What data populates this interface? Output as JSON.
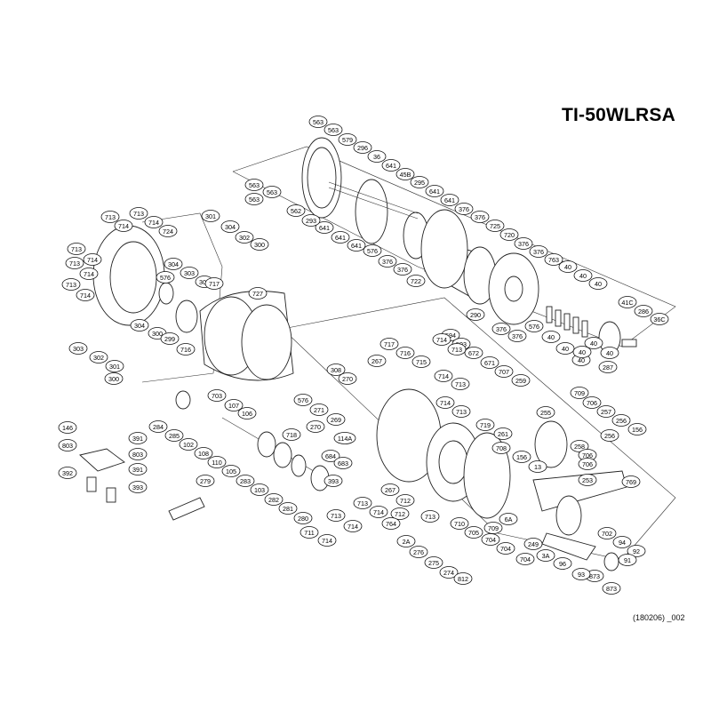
{
  "title": "TI-50WLRSA",
  "footnote": "(180206) _002",
  "part_labels": [
    "563",
    "563",
    "579",
    "296",
    "36",
    "641",
    "45B",
    "295",
    "641",
    "641",
    "376",
    "376",
    "725",
    "720",
    "376",
    "376",
    "763",
    "40",
    "40",
    "40",
    "41C",
    "286",
    "36C",
    "287",
    "40",
    "40",
    "40",
    "40",
    "40",
    "40",
    "576",
    "376",
    "376",
    "290",
    "722",
    "376",
    "576",
    "376",
    "641",
    "641",
    "641",
    "562",
    "293",
    "563",
    "563",
    "563",
    "713",
    "714",
    "713",
    "714",
    "724",
    "301",
    "304",
    "302",
    "300",
    "713",
    "714",
    "713",
    "714",
    "713",
    "714",
    "304",
    "303",
    "300",
    "576",
    "717",
    "727",
    "304",
    "303",
    "302",
    "301",
    "300",
    "300",
    "299",
    "716",
    "594",
    "593",
    "672",
    "671",
    "707",
    "259",
    "714",
    "713",
    "714",
    "713",
    "714",
    "713",
    "717",
    "716",
    "715",
    "267",
    "308",
    "270",
    "576",
    "271",
    "269",
    "270",
    "684",
    "683",
    "114A",
    "718",
    "719",
    "261",
    "708",
    "709",
    "706",
    "257",
    "256",
    "156",
    "255",
    "258",
    "706",
    "706",
    "256",
    "156",
    "13",
    "253",
    "769",
    "703",
    "107",
    "106",
    "284",
    "285",
    "102",
    "108",
    "110",
    "105",
    "283",
    "103",
    "282",
    "281",
    "280",
    "279",
    "146",
    "803",
    "391",
    "803",
    "391",
    "392",
    "393",
    "393",
    "267",
    "712",
    "712",
    "711",
    "714",
    "713",
    "714",
    "713",
    "714",
    "713",
    "710",
    "705",
    "704",
    "704",
    "704",
    "6A",
    "249",
    "3A",
    "96",
    "702",
    "94",
    "92",
    "91",
    "873",
    "873",
    "93",
    "2A",
    "276",
    "275",
    "274",
    "812",
    "764",
    "709",
    "704"
  ]
}
